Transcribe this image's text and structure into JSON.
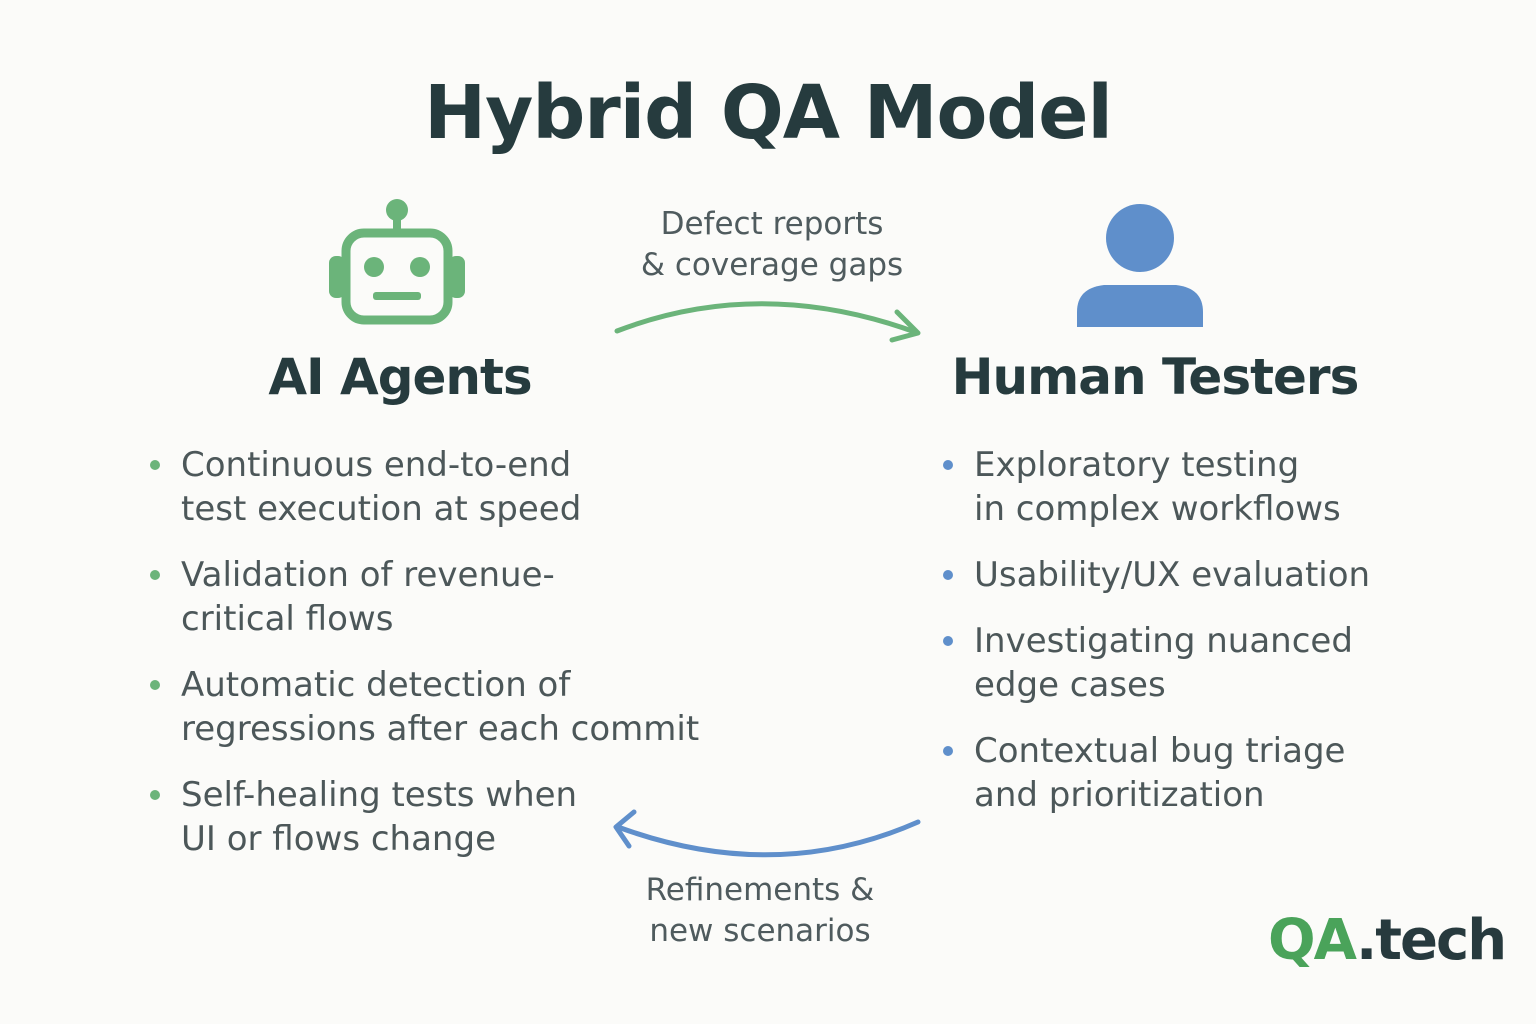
{
  "title": "Hybrid QA Model",
  "left": {
    "heading": "AI Agents",
    "icon": "robot-icon",
    "color": "#6bb47a",
    "items": [
      "Continuous end-to-end\ntest execution at speed",
      "Validation of revenue-\ncritical flows",
      "Automatic detection of\nregressions after each commit",
      "Self-healing tests when\nUI or flows change"
    ]
  },
  "right": {
    "heading": "Human Testers",
    "icon": "person-icon",
    "color": "#5f8fcb",
    "items": [
      "Exploratory testing\nin complex workflows",
      "Usability/UX evaluation",
      "Investigating nuanced\nedge cases",
      "Contextual bug triage\nand prioritization"
    ]
  },
  "arrows": {
    "top_label": "Defect reports\n& coverage gaps",
    "bottom_label": "Refinements &\nnew scenarios"
  },
  "logo": {
    "brand": "QA",
    "suffix": ".tech"
  }
}
